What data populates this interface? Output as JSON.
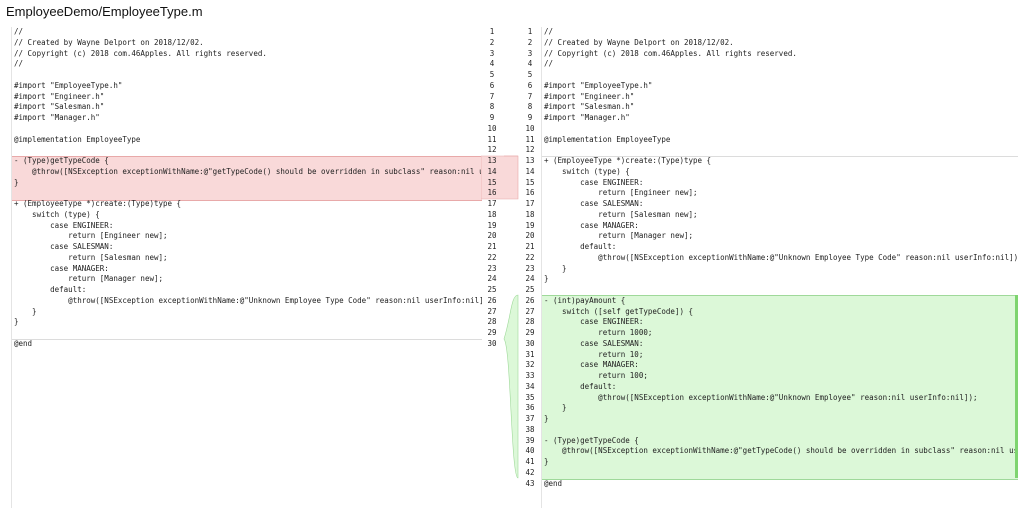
{
  "title": "EmployeeDemo/EmployeeType.m",
  "left": {
    "lines": [
      "//",
      "// Created by Wayne Delport on 2018/12/02.",
      "// Copyright (c) 2018 com.46Apples. All rights reserved.",
      "//",
      "",
      "#import \"EmployeeType.h\"",
      "#import \"Engineer.h\"",
      "#import \"Salesman.h\"",
      "#import \"Manager.h\"",
      "",
      "@implementation EmployeeType",
      "",
      "- (Type)getTypeCode {",
      "    @throw([NSException exceptionWithName:@\"getTypeCode() should be overridden in subclass\" reason:nil userInfo:nil]);",
      "}",
      "",
      "+ (EmployeeType *)create:(Type)type {",
      "    switch (type) {",
      "        case ENGINEER:",
      "            return [Engineer new];",
      "        case SALESMAN:",
      "            return [Salesman new];",
      "        case MANAGER:",
      "            return [Manager new];",
      "        default:",
      "            @throw([NSException exceptionWithName:@\"Unknown Employee Type Code\" reason:nil userInfo:nil]);",
      "    }",
      "}",
      "",
      "@end"
    ]
  },
  "right": {
    "lines": [
      "//",
      "// Created by Wayne Delport on 2018/12/02.",
      "// Copyright (c) 2018 com.46Apples. All rights reserved.",
      "//",
      "",
      "#import \"EmployeeType.h\"",
      "#import \"Engineer.h\"",
      "#import \"Salesman.h\"",
      "#import \"Manager.h\"",
      "",
      "@implementation EmployeeType",
      "",
      "+ (EmployeeType *)create:(Type)type {",
      "    switch (type) {",
      "        case ENGINEER:",
      "            return [Engineer new];",
      "        case SALESMAN:",
      "            return [Salesman new];",
      "        case MANAGER:",
      "            return [Manager new];",
      "        default:",
      "            @throw([NSException exceptionWithName:@\"Unknown Employee Type Code\" reason:nil userInfo:nil]);",
      "    }",
      "}",
      "",
      "- (int)payAmount {",
      "    switch ([self getTypeCode]) {",
      "        case ENGINEER:",
      "            return 1000;",
      "        case SALESMAN:",
      "            return 10;",
      "        case MANAGER:",
      "            return 100;",
      "        default:",
      "            @throw([NSException exceptionWithName:@\"Unknown Employee\" reason:nil userInfo:nil]);",
      "    }",
      "}",
      "",
      "- (Type)getTypeCode {",
      "    @throw([NSException exceptionWithName:@\"getTypeCode() should be overridden in subclass\" reason:nil userInfo:nil]);",
      "}",
      "",
      "@end"
    ]
  },
  "gutter": {
    "left_numbers": [
      "1",
      "2",
      "3",
      "4",
      "5",
      "6",
      "7",
      "8",
      "9",
      "10",
      "11",
      "12",
      "13",
      "14",
      "15",
      "16",
      "17",
      "18",
      "19",
      "20",
      "21",
      "22",
      "23",
      "24",
      "25",
      "26",
      "27",
      "28",
      "29",
      "30"
    ],
    "right_numbers": [
      "1",
      "2",
      "3",
      "4",
      "5",
      "6",
      "7",
      "8",
      "9",
      "10",
      "11",
      "12",
      "13",
      "14",
      "15",
      "16",
      "17",
      "18",
      "19",
      "20",
      "21",
      "22",
      "23",
      "24",
      "25",
      "26",
      "27",
      "28",
      "29",
      "30",
      "31",
      "32",
      "33",
      "34",
      "35",
      "36",
      "37",
      "38",
      "39",
      "40",
      "41",
      "42",
      "43"
    ]
  },
  "colors": {
    "deleted_bg": "#f9d9d9",
    "added_bg": "#dcf8d8"
  }
}
